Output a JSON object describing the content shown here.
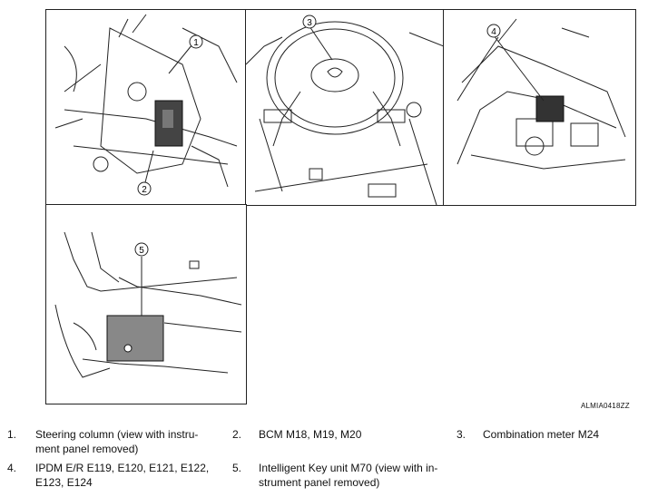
{
  "figure": {
    "code": "ALMIA0418ZZ",
    "callouts": [
      "1",
      "2",
      "3",
      "4",
      "5"
    ]
  },
  "legend": [
    {
      "number": "1.",
      "lines": [
        "Steering column (view with instru-",
        "ment panel removed)"
      ]
    },
    {
      "number": "2.",
      "lines": [
        "BCM M18, M19, M20"
      ]
    },
    {
      "number": "3.",
      "lines": [
        "Combination meter M24"
      ]
    },
    {
      "number": "4.",
      "lines": [
        "IPDM E/R E119, E120, E121, E122,",
        "E123, E124"
      ]
    },
    {
      "number": "5.",
      "lines": [
        "Intelligent Key unit M70 (view with in-",
        "strument panel removed)"
      ]
    }
  ]
}
